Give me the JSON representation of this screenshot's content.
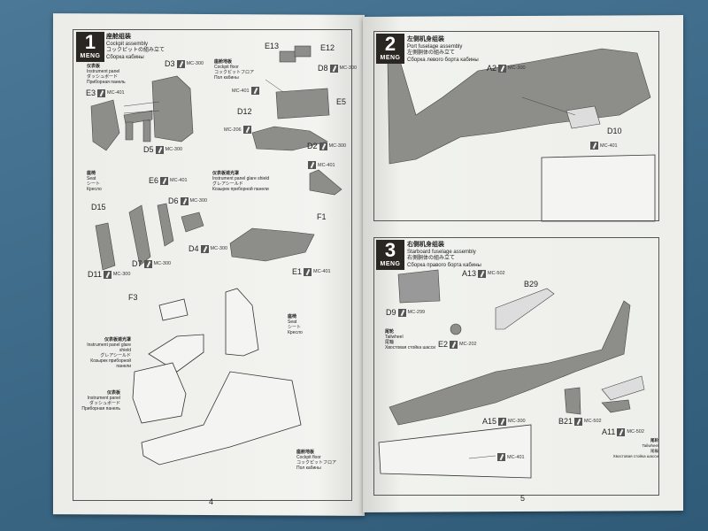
{
  "pages": {
    "left_number": "4",
    "right_number": "5"
  },
  "brand": "MENG",
  "colors": {
    "background": "#3e6b8a",
    "part_gray": "#8a8a86",
    "badge": "#2a2622"
  },
  "step1": {
    "number": "1",
    "title_cn": "座舱组装",
    "title_en": "Cockpit assembly",
    "title_jp": "コックピットの組み立て",
    "title_ru": "Сборка кабины",
    "callouts": [
      {
        "part": "D3",
        "code": "MC-300"
      },
      {
        "part": "E3",
        "code": "MC-401"
      },
      {
        "part": "D5",
        "code": "MC-300"
      },
      {
        "part": "E13",
        "code": ""
      },
      {
        "part": "E12",
        "code": ""
      },
      {
        "part": "D8",
        "code": "MC-300"
      },
      {
        "part": "",
        "code": "MC-401"
      },
      {
        "part": "E5",
        "code": ""
      },
      {
        "part": "D12",
        "code": ""
      },
      {
        "part": "",
        "code": "MC-206"
      },
      {
        "part": "D2",
        "code": "MC-300"
      },
      {
        "part": "E6",
        "code": "MC-401"
      },
      {
        "part": "D15",
        "code": ""
      },
      {
        "part": "D6",
        "code": "MC-300"
      },
      {
        "part": "D4",
        "code": "MC-300"
      },
      {
        "part": "D7",
        "code": "MC-300"
      },
      {
        "part": "D11",
        "code": "MC-300"
      },
      {
        "part": "",
        "code": "MC-401"
      },
      {
        "part": "F1",
        "code": ""
      },
      {
        "part": "E1",
        "code": "MC-401"
      },
      {
        "part": "F3",
        "code": ""
      }
    ],
    "labels": {
      "instrument_panel": {
        "cn": "仪表板",
        "en": "Instrument panel",
        "jp": "ダッシュボード",
        "ru": "Приборная панель"
      },
      "cockpit_floor": {
        "cn": "座舱地板",
        "en": "Cockpit floor",
        "jp": "コックピットフロア",
        "ru": "Пол кабины"
      },
      "seat": {
        "cn": "座椅",
        "en": "Seat",
        "jp": "シート",
        "ru": "Кресло"
      },
      "glare_shield": {
        "cn": "仪表板遮光罩",
        "en": "Instrument panel glare shield",
        "jp": "グレアシールド",
        "ru": "Козырек приборной панели"
      }
    }
  },
  "step2": {
    "number": "2",
    "title_cn": "左侧机身组装",
    "title_en": "Port fuselage assembly",
    "title_jp": "左側胴体の組み立て",
    "title_ru": "Сборка левого борта кабины",
    "callouts": [
      {
        "part": "A2",
        "code": "MC-300"
      },
      {
        "part": "D10",
        "code": ""
      },
      {
        "part": "",
        "code": "MC-401"
      }
    ]
  },
  "step3": {
    "number": "3",
    "title_cn": "右侧机身组装",
    "title_en": "Starboard fuselage assembly",
    "title_jp": "右側胴体の組み立て",
    "title_ru": "Сборка правого борта кабины",
    "callouts": [
      {
        "part": "A13",
        "code": "MC-502"
      },
      {
        "part": "B29",
        "code": ""
      },
      {
        "part": "D9",
        "code": "MC-299"
      },
      {
        "part": "E2",
        "code": "MC-202"
      },
      {
        "part": "A15",
        "code": "MC-300"
      },
      {
        "part": "B21",
        "code": "MC-502"
      },
      {
        "part": "A11",
        "code": "MC-502"
      },
      {
        "part": "",
        "code": "MC-401"
      }
    ],
    "labels": {
      "tailwheel": {
        "cn": "尾轮",
        "en": "Tailwheel",
        "jp": "尾輪",
        "ru": "Хвостовая стойка шасси"
      }
    }
  }
}
